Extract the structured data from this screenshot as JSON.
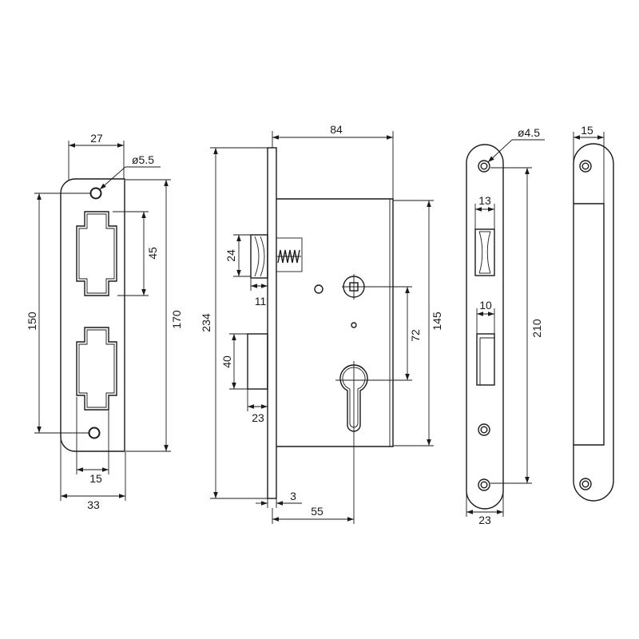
{
  "strike_plate": {
    "dimension_labels": [
      "27",
      "ø5.5",
      "45",
      "150",
      "170",
      "15",
      "33"
    ]
  },
  "lock_body": {
    "dimension_labels": [
      "84",
      "24",
      "11",
      "234",
      "40",
      "23",
      "3",
      "55",
      "145",
      "72"
    ]
  },
  "faceplate_front": {
    "dimension_labels": [
      "ø4.5",
      "13",
      "10",
      "210",
      "23"
    ]
  },
  "faceplate_back": {
    "dimension_labels": [
      "15"
    ]
  }
}
